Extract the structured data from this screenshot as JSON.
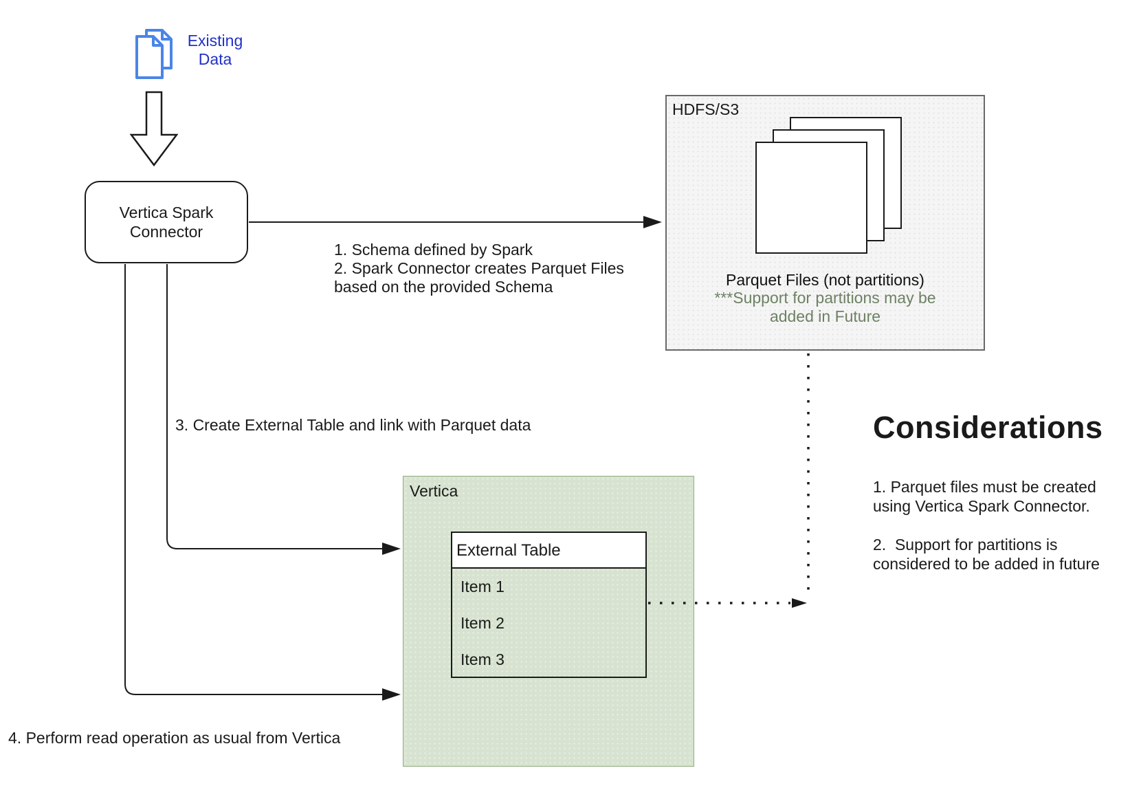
{
  "colors": {
    "accent_blue": "#2130c8",
    "icon_blue": "#4a85e8",
    "sage_note": "#6e8164",
    "vertica_green_fill": "#d7e3d0",
    "vertica_green_border": "#8fad7f",
    "hdfs_gray_fill": "#f5f5f5",
    "hdfs_gray_border": "#686868",
    "line_black": "#1a1a1a"
  },
  "existing_data": {
    "icon": "documents-icon",
    "label_lines": [
      "Existing",
      "Data"
    ]
  },
  "connector_box": {
    "label_lines": [
      "Vertica Spark",
      "Connector"
    ]
  },
  "hdfs_box": {
    "title": "HDFS/S3",
    "icon": "parquet-files-icon",
    "caption": "Parquet Files (not partitions)",
    "note_lines": [
      "***Support for partitions may be",
      "added in Future"
    ]
  },
  "vertica_box": {
    "title": "Vertica",
    "table": {
      "header": "External Table",
      "items": [
        "Item 1",
        "Item 2",
        "Item 3"
      ]
    }
  },
  "annotations": {
    "steps_1_2_lines": [
      "1. Schema defined by Spark",
      "2. Spark Connector creates Parquet Files",
      "based on the provided Schema"
    ],
    "step_3": "3. Create External Table and link with Parquet data",
    "step_4": "4. Perform read operation as usual from Vertica"
  },
  "considerations": {
    "title": "Considerations",
    "items": [
      {
        "lines": [
          "1. Parquet files must be created",
          "using Vertica Spark Connector."
        ]
      },
      {
        "lines": [
          "2.  Support for partitions is",
          "considered to be added in future"
        ]
      }
    ]
  }
}
